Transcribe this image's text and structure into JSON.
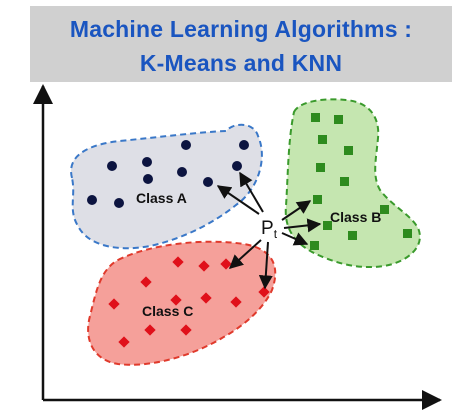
{
  "title": {
    "line1": "Machine Learning Algorithms :",
    "line2": "K-Means and KNN"
  },
  "labels": {
    "class_a": "Class A",
    "class_b": "Class B",
    "class_c": "Class C",
    "point_main": "P",
    "point_sub": "t"
  },
  "colors": {
    "title_text": "#1a55c0",
    "title_bg": "#d0d0d0",
    "class_a_fill": "#dedfe6",
    "class_a_border": "#3a78c8",
    "class_a_marker": "#0c1440",
    "class_b_fill": "#c5e6b0",
    "class_b_border": "#3a9a2c",
    "class_b_marker": "#2e8b1e",
    "class_c_fill": "#f5a09a",
    "class_c_border": "#e03a2c",
    "class_c_marker": "#e0101a"
  }
}
